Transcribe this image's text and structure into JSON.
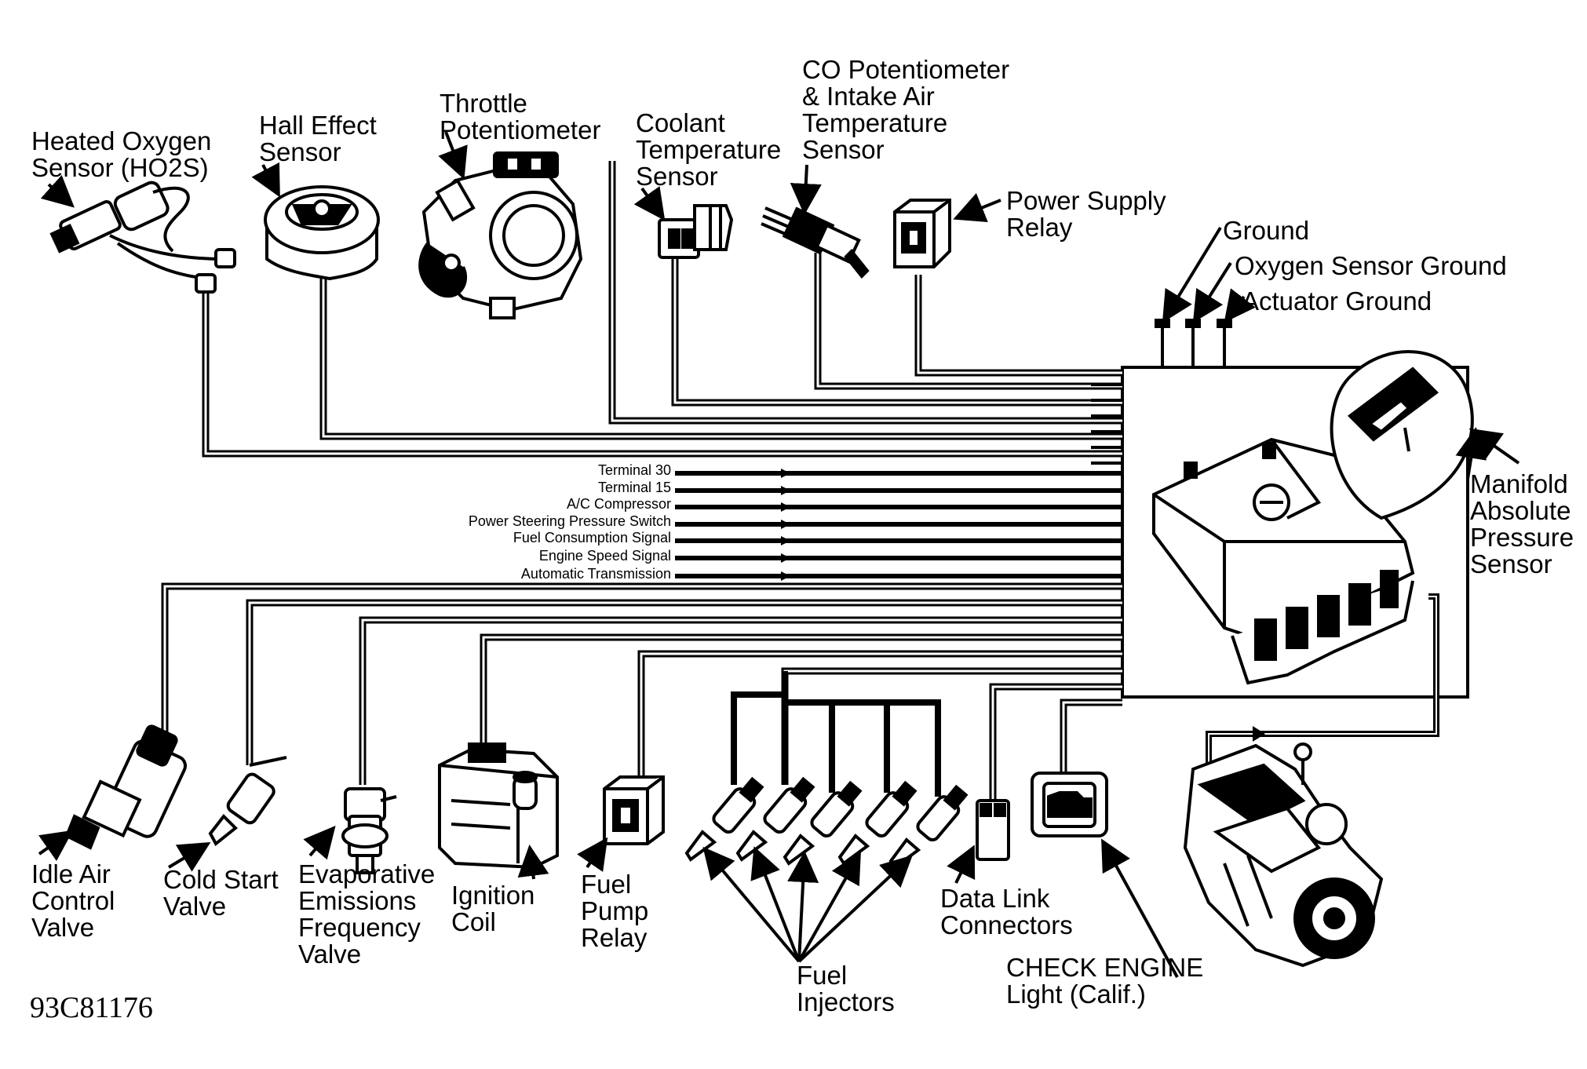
{
  "components_top": {
    "heated_oxygen_sensor": "Heated Oxygen\nSensor (HO2S)",
    "hall_effect_sensor": "Hall Effect\nSensor",
    "throttle_potentiometer": "Throttle\nPotentiometer",
    "coolant_temperature_sensor": "Coolant\nTemperature\nSensor",
    "co_potentiometer": "CO Potentiometer\n& Intake Air\nTemperature\nSensor",
    "power_supply_relay": "Power Supply\nRelay"
  },
  "grounds": {
    "ground": "Ground",
    "oxygen_sensor_ground": "Oxygen Sensor Ground",
    "actuator_ground": "Actuator Ground"
  },
  "manifold_sensor": "Manifold\nAbsolute\nPressure\nSensor",
  "signals": [
    "Terminal 30",
    "Terminal 15",
    "A/C Compressor",
    "Power Steering Pressure Switch",
    "Fuel Consumption Signal",
    "Engine Speed Signal",
    "Automatic Transmission"
  ],
  "components_bottom": {
    "idle_air_control_valve": "Idle Air\nControl\nValve",
    "cold_start_valve": "Cold Start\nValve",
    "evap_valve": "Evaporative\nEmissions\nFrequency\nValve",
    "ignition_coil": "Ignition\nCoil",
    "fuel_pump_relay": "Fuel\nPump\nRelay",
    "fuel_injectors": "Fuel\nInjectors",
    "data_link_connectors": "Data Link\nConnectors",
    "check_engine_light": "CHECK ENGINE\nLight (Calif.)"
  },
  "figure_code": "93C81176"
}
